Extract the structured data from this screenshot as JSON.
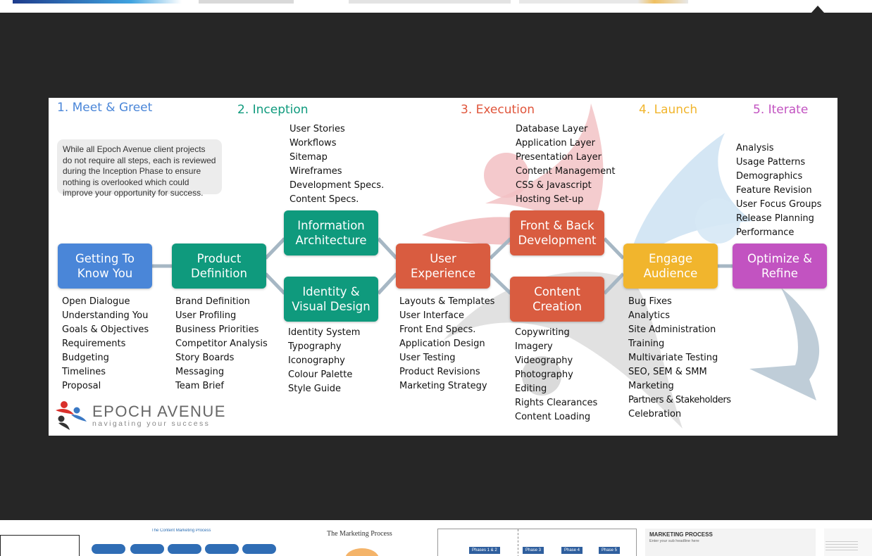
{
  "colors": {
    "viewer_bg": "#262626",
    "blue": "#4a86d8",
    "teal": "#0f9a7d",
    "orange_red": "#d95c40",
    "yellow": "#f1b52d",
    "magenta": "#c253c1"
  },
  "phases": [
    {
      "label": "1. Meet & Greet",
      "color": "#4a86d8"
    },
    {
      "label": "2. Inception",
      "color": "#0f9a7d"
    },
    {
      "label": "3. Execution",
      "color": "#e0553b"
    },
    {
      "label": "4. Launch",
      "color": "#f1b52d"
    },
    {
      "label": "5. Iterate",
      "color": "#c253c1"
    }
  ],
  "info_text": "While all Epoch Avenue client projects do not require all steps, each is reviewed during the Inception Phase to ensure nothing is overlooked which could improve your opportunity for success.",
  "stages": {
    "getting_to_know": {
      "line1": "Getting To",
      "line2": "Know You"
    },
    "product_definition": {
      "line1": "Product",
      "line2": "Definition"
    },
    "information_architecture": {
      "line1": "Information",
      "line2": "Architecture"
    },
    "identity_visual": {
      "line1": "Identity &",
      "line2": "Visual Design"
    },
    "user_experience": {
      "line1": "User",
      "line2": "Experience"
    },
    "front_back": {
      "line1": "Front & Back",
      "line2": "Development"
    },
    "content_creation": {
      "line1": "Content",
      "line2": "Creation"
    },
    "engage_audience": {
      "line1": "Engage",
      "line2": "Audience"
    },
    "optimize_refine": {
      "line1": "Optimize &",
      "line2": "Refine"
    }
  },
  "lists": {
    "getting_to_know": [
      "Open Dialogue",
      "Understanding You",
      "Goals & Objectives",
      "Requirements",
      "Budgeting",
      "Timelines",
      "Proposal"
    ],
    "product_definition": [
      "Brand Definition",
      "User Profiling",
      "Business Priorities",
      "Competitor Analysis",
      "Story Boards",
      "Messaging",
      "Team Brief"
    ],
    "information_architecture": [
      "User Stories",
      "Workflows",
      "Sitemap",
      "Wireframes",
      "Development Specs.",
      "Content Specs."
    ],
    "identity_visual": [
      "Identity System",
      "Typography",
      "Iconography",
      "Colour Palette",
      "Style Guide"
    ],
    "user_experience": [
      "Layouts & Templates",
      "User Interface",
      "Front End Specs.",
      "Application Design",
      "User Testing",
      "Product Revisions",
      "Marketing Strategy"
    ],
    "front_back": [
      "Database Layer",
      "Application Layer",
      "Presentation Layer",
      "Content Management",
      "CSS & Javascript",
      "Hosting Set-up"
    ],
    "content_creation": [
      "Copywriting",
      "Imagery",
      "Videography",
      "Photography",
      "Editing",
      "Rights Clearances",
      "Content Loading"
    ],
    "engage_audience": [
      "Bug Fixes",
      "Analytics",
      "Site Administration",
      "Training",
      "Multivariate Testing",
      "SEO, SEM & SMM",
      "Marketing",
      "Partners & Stakeholders",
      "Celebration"
    ],
    "optimize_refine": [
      "Analysis",
      "Usage Patterns",
      "Demographics",
      "Feature Revision",
      "User Focus Groups",
      "Release Planning",
      "Performance"
    ]
  },
  "logo": {
    "name": "EPOCH AVENUE",
    "tagline": "navigating your success"
  },
  "thumbnails": {
    "marketing_process": "The Marketing Process",
    "content_marketing_process": "The Content Marketing Process",
    "marketing_process_caps": "MARKETING PROCESS",
    "sub_headline": "Enter your sub headline here",
    "phase_labels": [
      "Phases 1 & 2",
      "Phase 3",
      "Phase 4",
      "Phase 5"
    ]
  }
}
